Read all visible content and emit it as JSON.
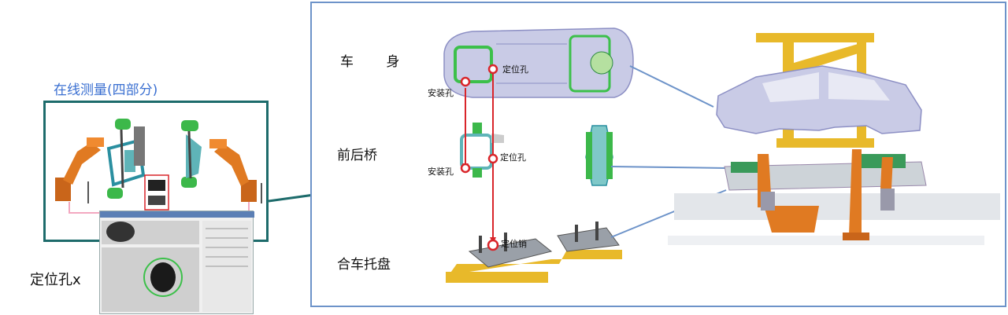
{
  "left": {
    "title": "在线测量(四部分)",
    "bottom_label": "定位孔x"
  },
  "rows": {
    "body": "车  身",
    "axle": "前后桥",
    "pallet": "合车托盘"
  },
  "holes": {
    "locating_hole_1": "定位孔",
    "mount_hole_1": "安装孔",
    "locating_hole_2": "定位孔",
    "mount_hole_2": "安装孔",
    "locating_pin": "定位销"
  },
  "colors": {
    "title_blue": "#3a6fd1",
    "teal_border": "#1d6b6b",
    "process_border": "#6d93c9",
    "red_marker": "#d9252a",
    "robot_orange": "#e07a22",
    "fixture_yellow": "#e8b92a"
  }
}
